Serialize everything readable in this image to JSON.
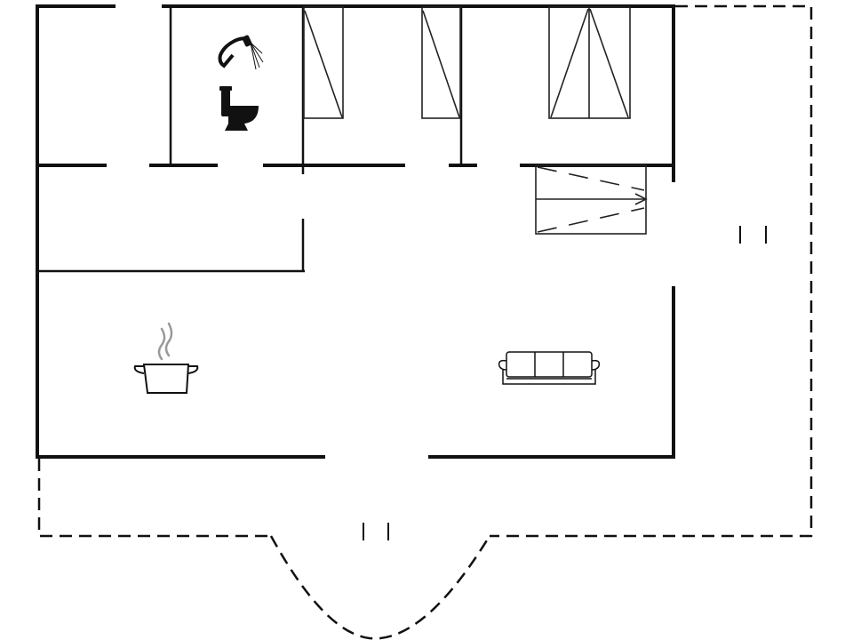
{
  "plan": {
    "type": "floor-plan",
    "rooms": [
      {
        "id": "room-top-left"
      },
      {
        "id": "bathroom",
        "fixtures": [
          "shower-icon",
          "toilet-icon"
        ]
      },
      {
        "id": "bedroom-1",
        "fixtures": [
          "bed"
        ]
      },
      {
        "id": "bedroom-2",
        "fixtures": [
          "bed"
        ]
      },
      {
        "id": "bedroom-3",
        "fixtures": [
          "bed",
          "bed"
        ]
      },
      {
        "id": "hallway",
        "fixtures": [
          "staircase"
        ]
      },
      {
        "id": "utility-room"
      },
      {
        "id": "kitchen-living",
        "fixtures": [
          "cooking-pot-icon",
          "sofa-icon"
        ]
      }
    ],
    "outdoor": [
      "terrace-right",
      "terrace-bottom",
      "terrace-bay"
    ],
    "icons": [
      "shower-icon",
      "toilet-icon",
      "cooking-pot-icon",
      "sofa-icon"
    ],
    "colors": {
      "wall": "#111111",
      "background": "#ffffff",
      "steam": "#999999"
    }
  }
}
